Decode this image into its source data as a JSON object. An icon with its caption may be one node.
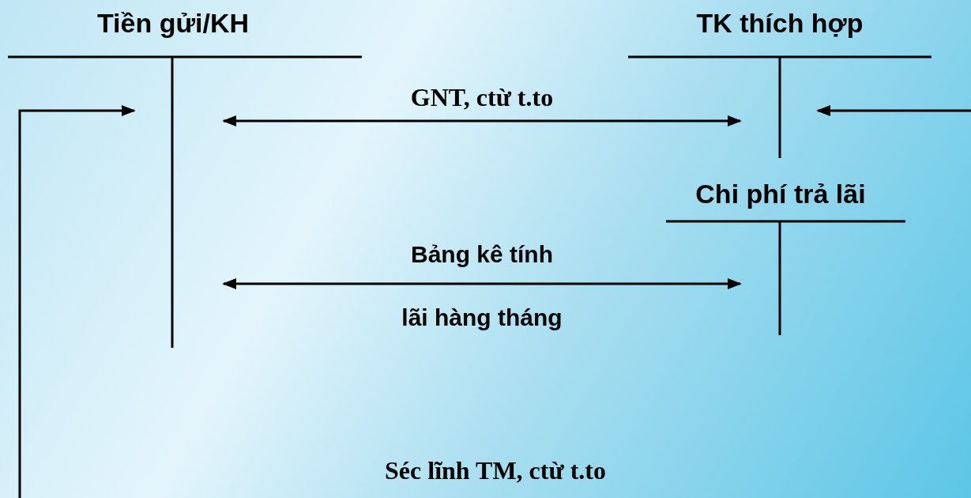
{
  "diagram": {
    "nodes": [
      {
        "text": [
          "Tiền gửi/KH"
        ]
      },
      {
        "text": [
          "TK thích hợp"
        ]
      },
      {
        "text": [
          "Chi phí trả lãi"
        ]
      }
    ],
    "edges": [
      {
        "from": 0,
        "to": 1,
        "arrow": "both",
        "label": "GNT, ctừ t.to"
      },
      {
        "from": 0,
        "to": 2,
        "arrow": "both",
        "label": "Bảng kê tính lãi hàng tháng"
      },
      {
        "from": null,
        "to": 0,
        "arrow": "to"
      },
      {
        "from": null,
        "to": 1,
        "arrow": "to"
      }
    ],
    "labels": [
      "Séc lĩnh TM, ctừ t.to"
    ]
  }
}
